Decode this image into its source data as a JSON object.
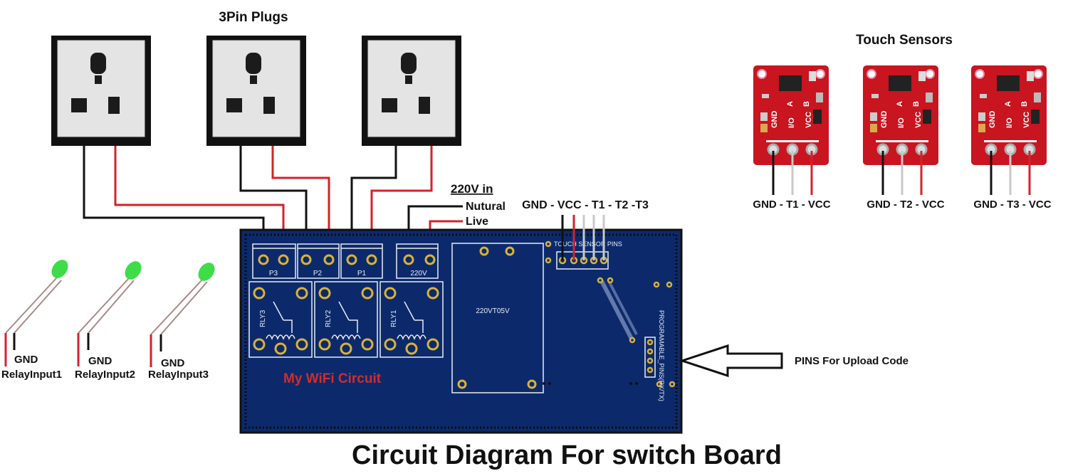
{
  "title": "Circuit Diagram For switch Board",
  "plugs_heading": "3Pin Plugs",
  "touch_heading": "Touch Sensors",
  "power": {
    "heading": "220V in",
    "neutral": "Nutural",
    "live": "Live"
  },
  "touch_header_label": "GND - VCC - T1 - T2 -T3",
  "sensor_labels": [
    "GND - T1 - VCC",
    "GND - T2 - VCC",
    "GND - T3 - VCC"
  ],
  "sensor_pin_labels": {
    "gnd": "GND",
    "io": "I/O",
    "vcc": "VCC",
    "a": "A",
    "b": "B"
  },
  "upload_label": "PINS For Upload Code",
  "circuit_name": "My WiFi Circuit",
  "pcb": {
    "terminals": [
      "P3",
      "P2",
      "P1",
      "220V"
    ],
    "relays": [
      "RLY3",
      "RLY2",
      "RLY1"
    ],
    "converter": "220VT05V",
    "touch_pins": "TOUCH SENSOR PINS",
    "prog_pins": "PROGRAMABLE_PINS(RX/TX)"
  },
  "leds": [
    {
      "gnd": "GND",
      "input": "RelayInput1"
    },
    {
      "gnd": "GND",
      "input": "RelayInput2"
    },
    {
      "gnd": "GND",
      "input": "RelayInput3"
    }
  ],
  "colors": {
    "pcb": "#0c2a6b",
    "wire_red": "#d2232a",
    "wire_black": "#111111",
    "wire_gray": "#c8c8c8",
    "sensor": "#c8151f",
    "led": "#3fdc4a",
    "circuit_name": "#d52b2b"
  }
}
